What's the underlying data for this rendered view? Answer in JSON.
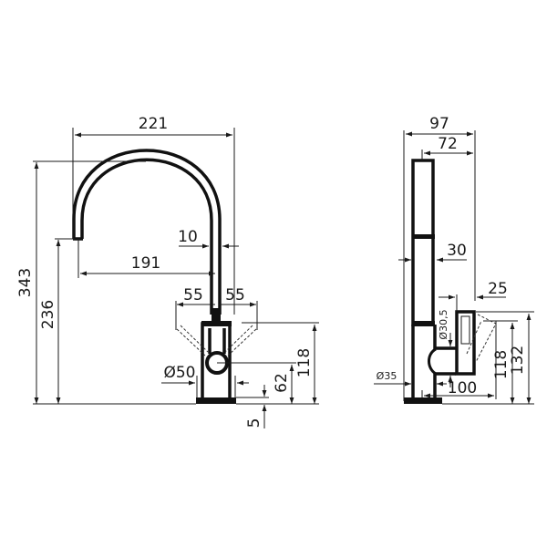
{
  "drawing": {
    "subject": "Kitchen faucet dimension drawing",
    "units": "mm",
    "line_color": "#111111",
    "background": "#ffffff"
  },
  "front_view": {
    "dimensions": {
      "spout_reach_total": "221",
      "spout_reach_inner": "191",
      "spout_tube_diameter": "10",
      "total_height": "343",
      "spout_outlet_height": "236",
      "handle_swing_left": "55",
      "handle_swing_right": "55",
      "handle_height": "118",
      "handle_pivot_height": "62",
      "base_thickness": "5",
      "body_diameter": "Ø50"
    }
  },
  "side_view": {
    "dimensions": {
      "total_depth": "97",
      "spout_offset": "72",
      "spout_width": "30",
      "handle_width": "25",
      "handle_diameter": "Ø30,5",
      "base_diameter": "Ø35",
      "handle_reach": "100",
      "handle_height_low": "118",
      "handle_height_high": "132"
    }
  }
}
